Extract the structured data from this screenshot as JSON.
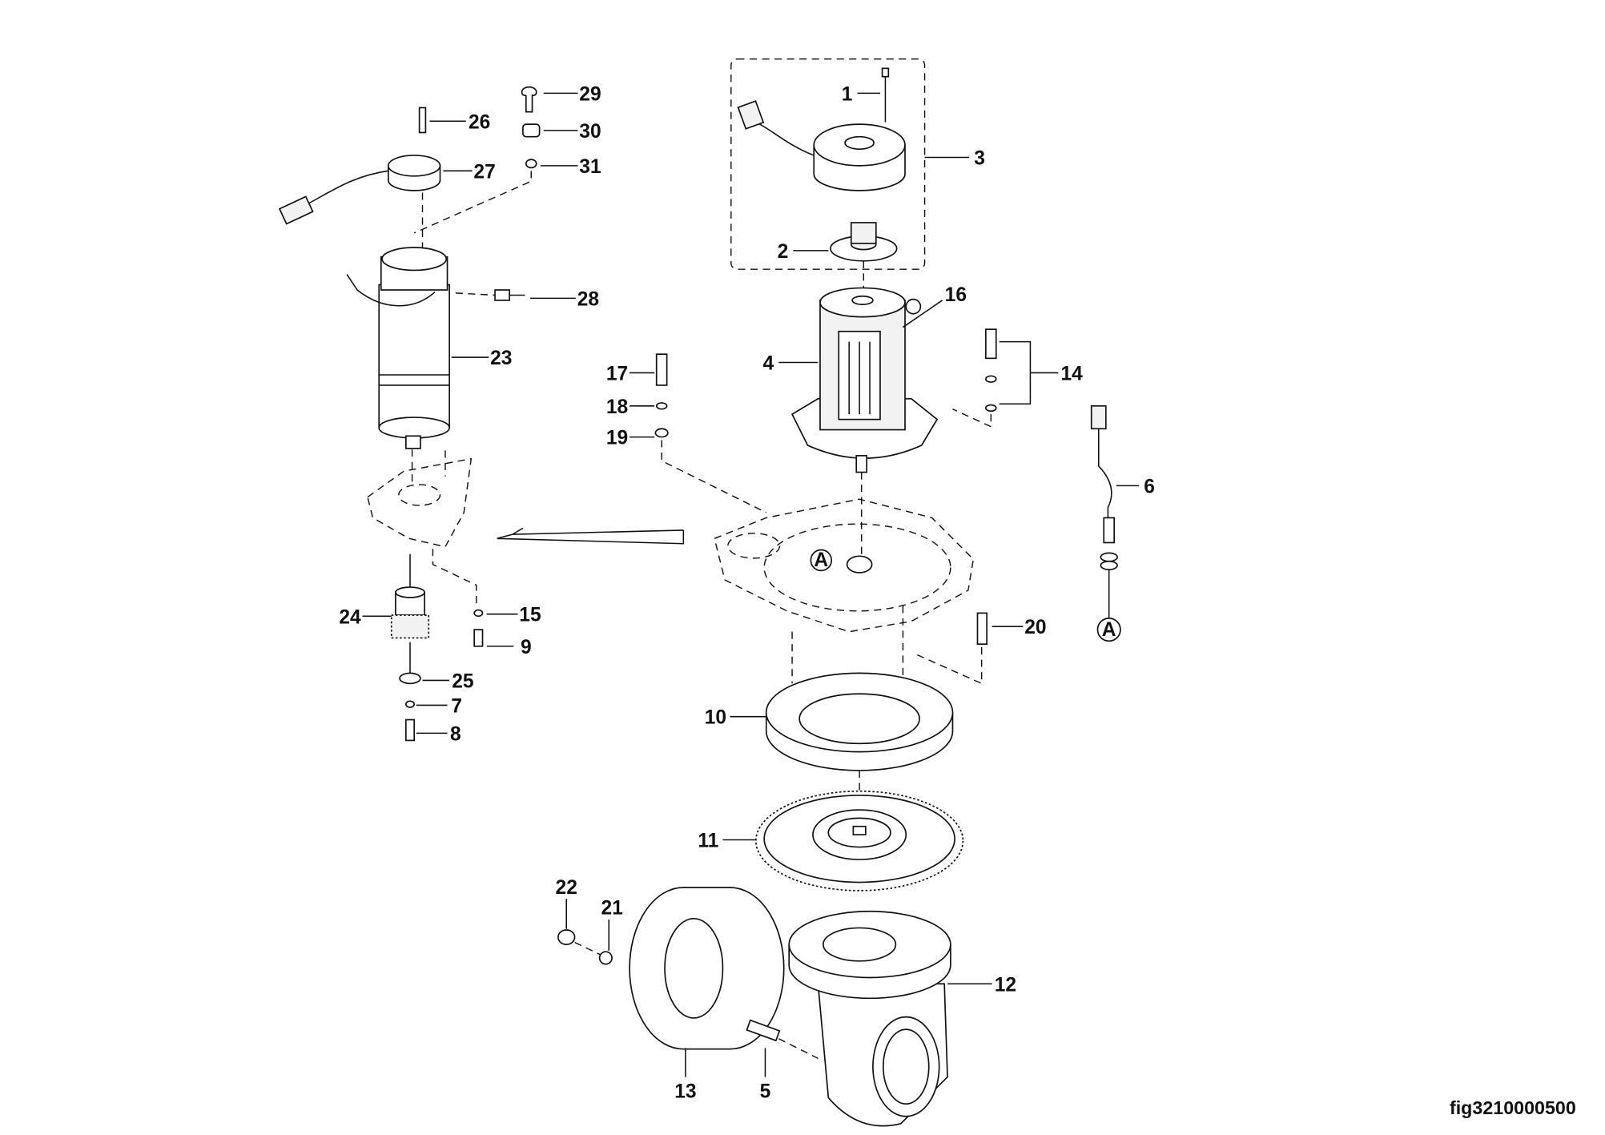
{
  "figure_code": "fig3210000500",
  "reference_marker": "A",
  "callouts": {
    "c1": "1",
    "c2": "2",
    "c3": "3",
    "c4": "4",
    "c5": "5",
    "c6": "6",
    "c7": "7",
    "c8": "8",
    "c9": "9",
    "c10": "10",
    "c11": "11",
    "c12": "12",
    "c13": "13",
    "c14": "14",
    "c15": "15",
    "c16": "16",
    "c17": "17",
    "c18": "18",
    "c19": "19",
    "c20": "20",
    "c21": "21",
    "c22": "22",
    "c23": "23",
    "c24": "24",
    "c25": "25",
    "c26": "26",
    "c27": "27",
    "c28": "28",
    "c29": "29",
    "c30": "30",
    "c31": "31"
  }
}
